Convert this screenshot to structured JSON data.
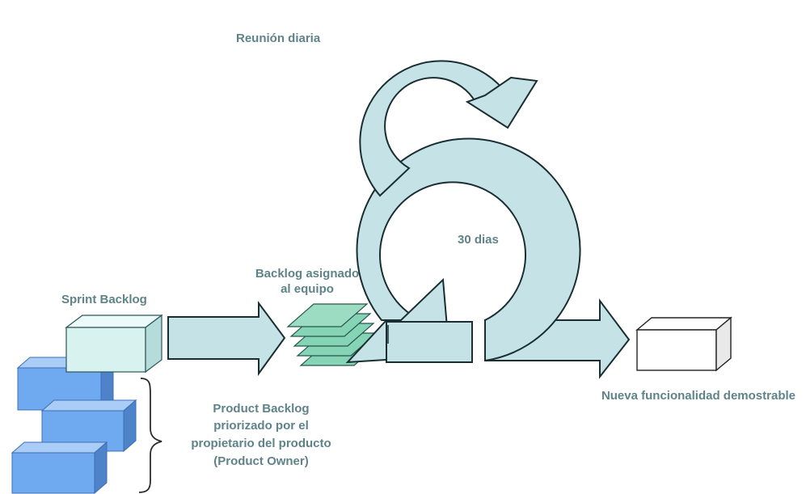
{
  "diagram": {
    "colors": {
      "flow_fill": "#c5e3e6",
      "flow_stroke": "#1a2e32",
      "label_text": "#5e8389",
      "sprint_box_fill": "#d8f2f0",
      "product_box_fill": "#6fa9ef",
      "product_box_side": "#4e82c9",
      "output_box_fill": "#ffffff"
    },
    "labels": {
      "daily_meeting": "Reunión diaria",
      "sprint_duration": "30 dias",
      "assigned_backlog_line1": "Backlog asignado",
      "assigned_backlog_line2": "al equipo",
      "sprint_backlog": "Sprint Backlog",
      "product_backlog_line1": "Product Backlog",
      "product_backlog_line2": "priorizado por el",
      "product_backlog_line3": "propietario del producto",
      "product_backlog_line4": "(Product Owner)",
      "output": "Nueva funcionalidad demostrable"
    }
  }
}
